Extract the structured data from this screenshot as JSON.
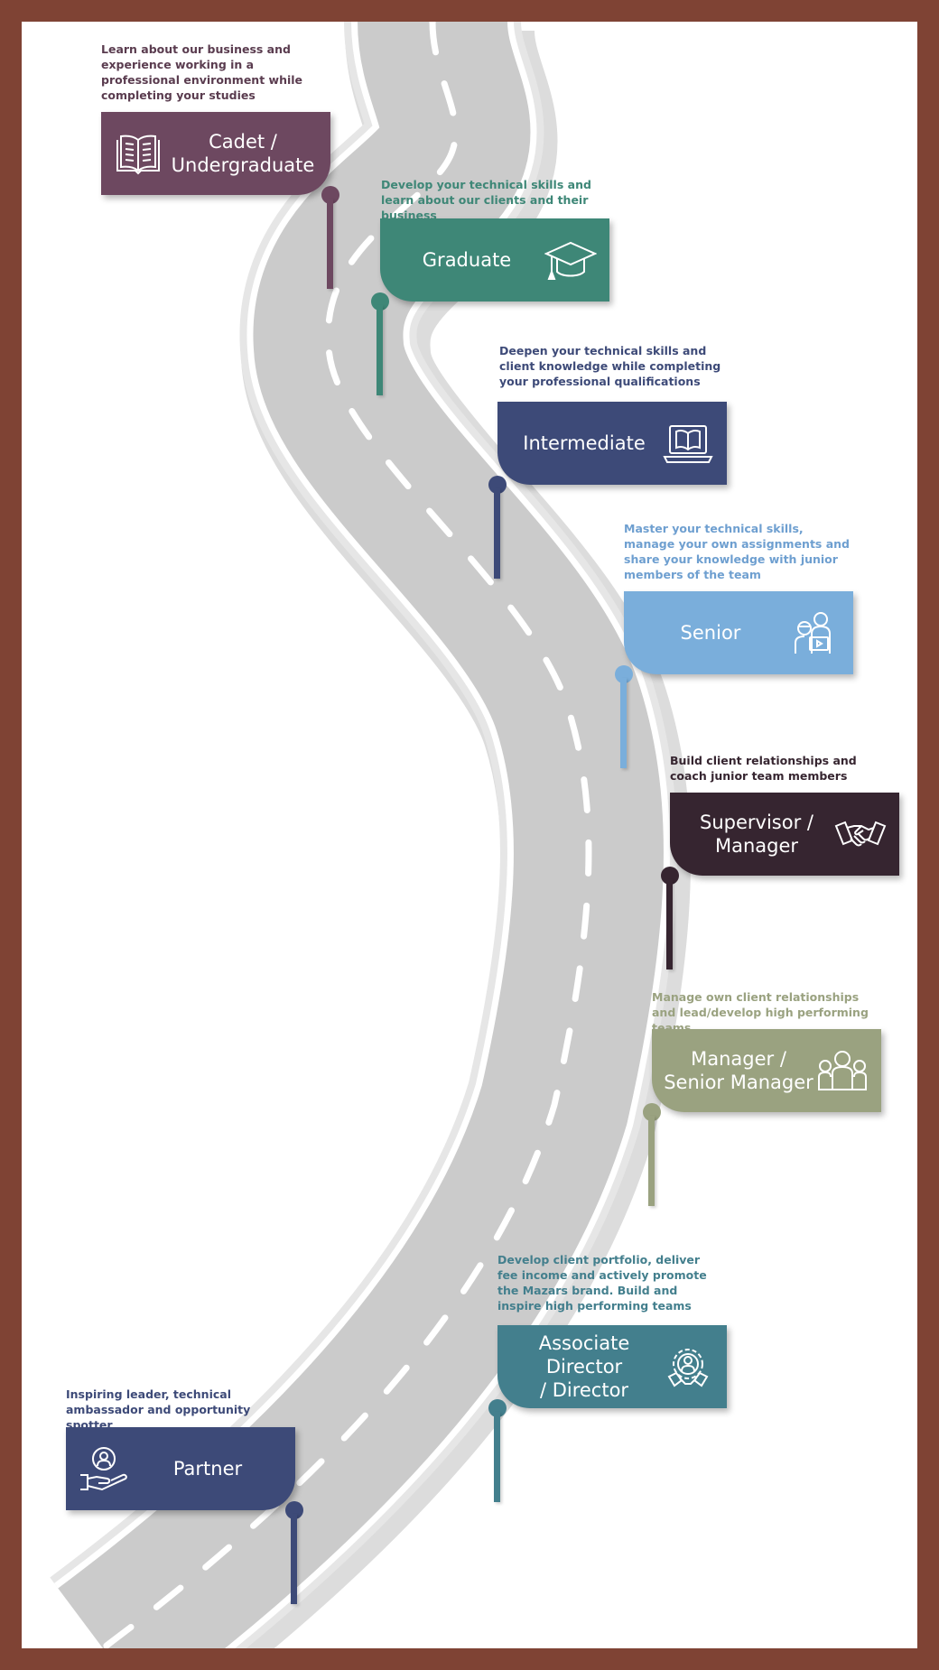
{
  "stages": [
    {
      "id": "cadet",
      "title": "Cadet /\nUndergraduate",
      "description": "Learn about our business and experience working in a professional environment while completing your studies",
      "color": "#6d4860",
      "text_color": "#5a3c4f",
      "icon": "open-book-icon"
    },
    {
      "id": "graduate",
      "title": "Graduate",
      "description": "Develop your technical skills and learn about our clients and their business",
      "color": "#3e8777",
      "text_color": "#3e8777",
      "icon": "graduation-cap-icon"
    },
    {
      "id": "intermediate",
      "title": "Intermediate",
      "description": "Deepen your technical skills and client knowledge while completing your professional qualifications",
      "color": "#3d4a78",
      "text_color": "#3d4a78",
      "icon": "laptop-book-icon"
    },
    {
      "id": "senior",
      "title": "Senior",
      "description": "Master your technical skills, manage your own assignments and share your knowledge with junior members of the team",
      "color": "#7aaedb",
      "text_color": "#6e9fd0",
      "icon": "mentoring-icon"
    },
    {
      "id": "supervisor",
      "title": "Supervisor /\nManager",
      "description": "Build client relationships and coach junior team members",
      "color": "#362530",
      "text_color": "#362530",
      "icon": "handshake-icon"
    },
    {
      "id": "manager",
      "title": "Manager /\nSenior Manager",
      "description": "Manage own client relationships and lead/develop high performing teams",
      "color": "#9aa280",
      "text_color": "#9aa280",
      "icon": "team-icon"
    },
    {
      "id": "director",
      "title": "Associate Director\n/ Director",
      "description": "Develop client portfolio, deliver fee income and actively promote the Mazars brand. Build and inspire high performing teams",
      "color": "#437f8d",
      "text_color": "#437f8d",
      "icon": "gear-handshake-icon"
    },
    {
      "id": "partner",
      "title": "Partner",
      "description": "Inspiring leader, technical ambassador and opportunity spotter",
      "color": "#3d4a78",
      "text_color": "#3d4a78",
      "icon": "person-in-hand-icon"
    }
  ]
}
